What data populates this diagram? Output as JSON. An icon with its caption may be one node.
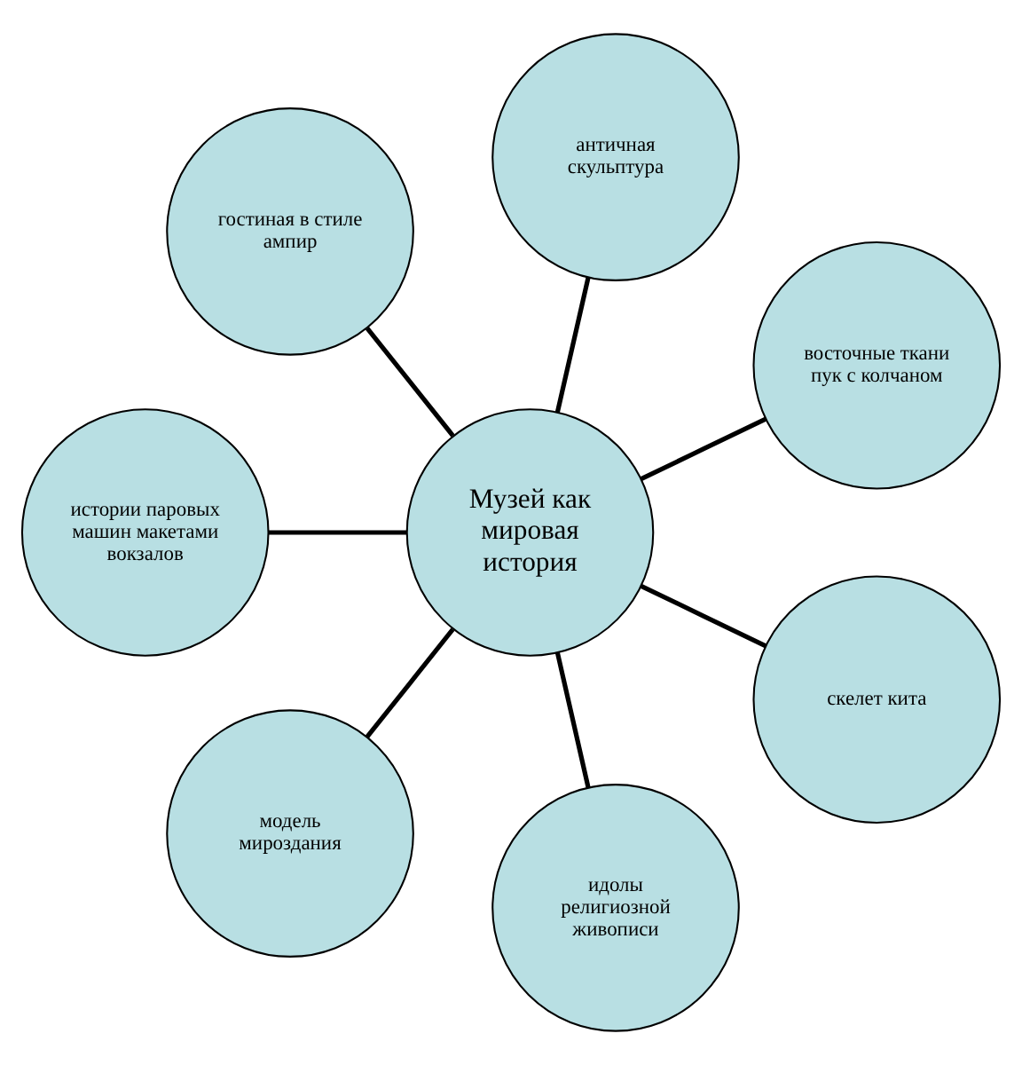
{
  "diagram": {
    "nodes": [
      {
        "text": [
          "Музей как мировая история"
        ]
      },
      {
        "text": [
          "античная скульптура"
        ]
      },
      {
        "text": [
          "гостиная в стиле ампир"
        ]
      },
      {
        "text": [
          "восточные ткани пук с колчаном"
        ]
      },
      {
        "text": [
          "истории паровых машин макетами вокзалов"
        ]
      },
      {
        "text": [
          "скелет кита"
        ]
      },
      {
        "text": [
          "модель мироздания"
        ]
      },
      {
        "text": [
          "идолы религиозной живописи"
        ]
      }
    ],
    "edges": [
      {
        "from": 0,
        "to": 3,
        "arrow": "none"
      },
      {
        "from": 0,
        "to": 1,
        "arrow": "none"
      },
      {
        "from": 0,
        "to": 2,
        "arrow": "none"
      },
      {
        "from": 0,
        "to": 4,
        "arrow": "none"
      },
      {
        "from": 0,
        "to": 6,
        "arrow": "none"
      },
      {
        "from": 0,
        "to": 7,
        "arrow": "none"
      },
      {
        "from": 0,
        "to": 5,
        "arrow": "none"
      }
    ]
  }
}
